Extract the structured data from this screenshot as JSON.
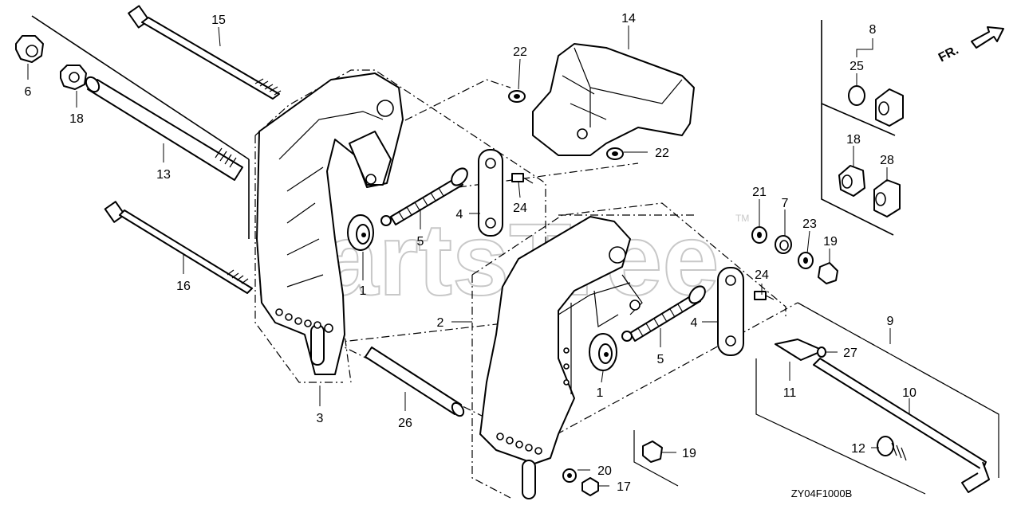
{
  "watermark": {
    "text": "PartsTree",
    "trademark": "TM"
  },
  "direction_label": "FR.",
  "diagram_code": "ZY04F1000B",
  "callouts": {
    "c1a": "1",
    "c1b": "1",
    "c2": "2",
    "c3": "3",
    "c4a": "4",
    "c4b": "4",
    "c5a": "5",
    "c5b": "5",
    "c6": "6",
    "c7": "7",
    "c8": "8",
    "c9": "9",
    "c10": "10",
    "c11": "11",
    "c12": "12",
    "c13": "13",
    "c14": "14",
    "c15": "15",
    "c16": "16",
    "c17": "17",
    "c18a": "18",
    "c18b": "18",
    "c19a": "19",
    "c19b": "19",
    "c20": "20",
    "c21": "21",
    "c22a": "22",
    "c22b": "22",
    "c23": "23",
    "c24a": "24",
    "c24b": "24",
    "c25": "25",
    "c26": "26",
    "c27": "27",
    "c28": "28"
  }
}
